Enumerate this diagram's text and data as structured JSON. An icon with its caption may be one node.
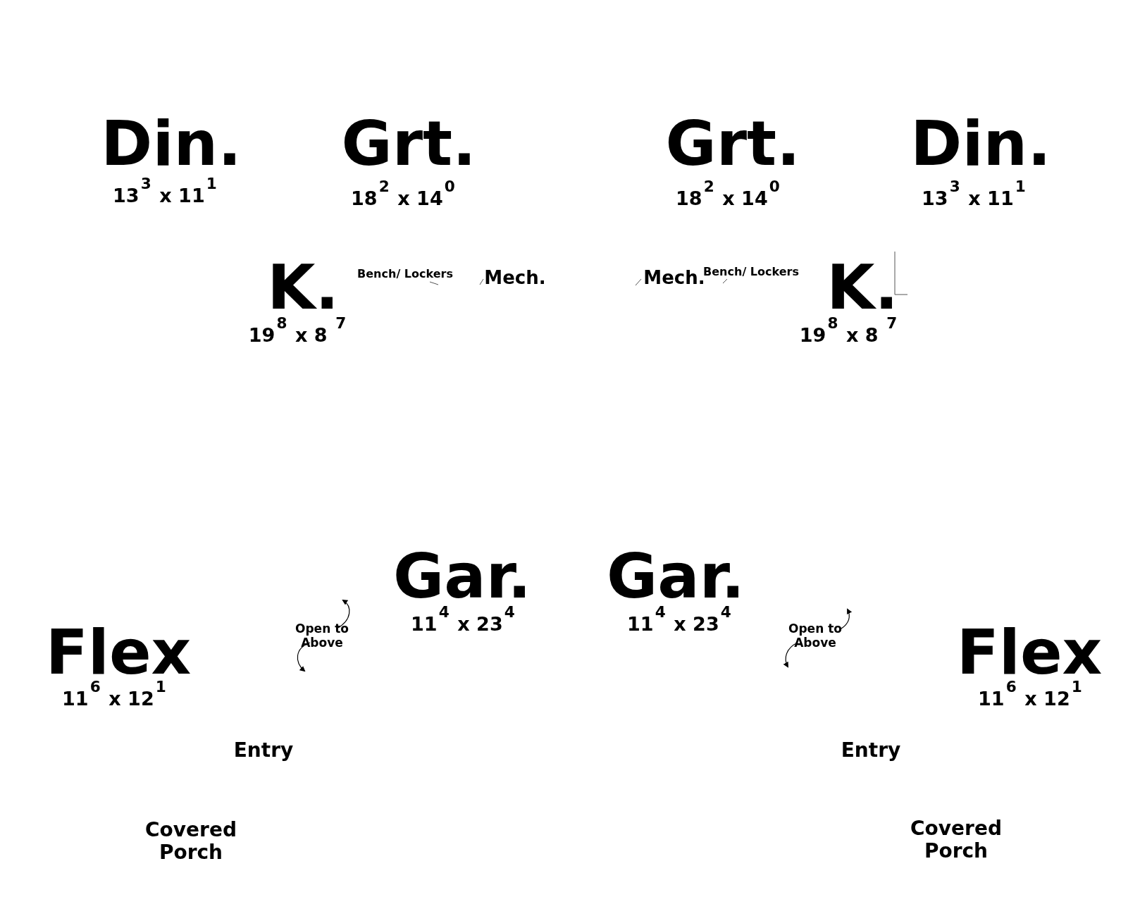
{
  "diagram": {
    "labels": [
      "Din.",
      "13$^{3}$ x 11$^{1}$",
      "Grt.",
      "18$^{2}$ x 14$^{0}$",
      "Grt.",
      "18$^{2}$ x 14$^{0}$",
      "Din.",
      "13$^{3}$ x 11$^{1}$",
      "K.",
      "Bench/ Lockers",
      "Mech.",
      "Mech.",
      "Bench/ Lockers",
      "K.",
      "19$^{8}$ x 8 $^{7}$",
      "19$^{8}$ x 8 $^{7}$",
      "Gar.",
      "Gar.",
      "Open to Above",
      "11$^{4}$ x 23$^{4}$",
      "11$^{4}$ x 23$^{4}$",
      "Open to Above",
      "Flex",
      "Flex",
      "11$^{6}$ x 12$^{1}$",
      "11$^{6}$ x 12$^{1}$",
      "Entry",
      "Entry",
      "Covered Porch",
      "Covered Porch"
    ]
  }
}
